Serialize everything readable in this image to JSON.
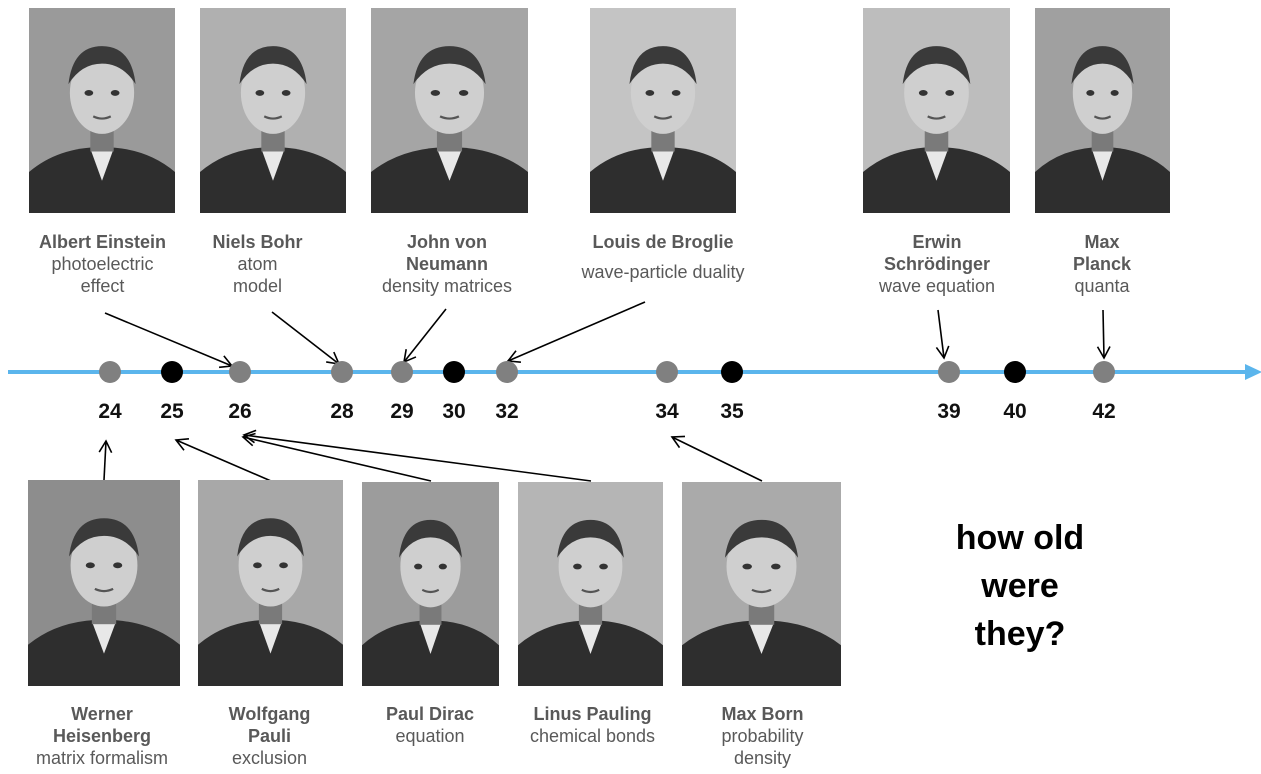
{
  "top_physicists": [
    {
      "name": "Albert Einstein",
      "achievement": "photoelectric\neffect",
      "age": 26
    },
    {
      "name": "Niels Bohr",
      "achievement": "atom\nmodel",
      "age": 28
    },
    {
      "name": "John von\nNeumann",
      "achievement": "density matrices",
      "age": 29
    },
    {
      "name": "Louis de Broglie",
      "achievement": "wave-particle duality",
      "age": 32
    },
    {
      "name": "Erwin\nSchrödinger",
      "achievement": "wave equation",
      "age": 39
    },
    {
      "name": "Max\nPlanck",
      "achievement": "quanta",
      "age": 42
    }
  ],
  "bottom_physicists": [
    {
      "name": "Werner\nHeisenberg",
      "achievement": "matrix formalism",
      "age": 24
    },
    {
      "name": "Wolfgang\nPauli",
      "achievement": "exclusion",
      "age": 25
    },
    {
      "name": "Paul Dirac",
      "achievement": "equation",
      "age": 26
    },
    {
      "name": "Linus Pauling",
      "achievement": "chemical bonds",
      "age": 26
    },
    {
      "name": "Max Born",
      "achievement": "probability\ndensity",
      "age": 34
    }
  ],
  "timeline": {
    "ticks": [
      {
        "label": "24",
        "marker": "grey"
      },
      {
        "label": "25",
        "marker": "black"
      },
      {
        "label": "26",
        "marker": "grey"
      },
      {
        "label": "28",
        "marker": "grey"
      },
      {
        "label": "29",
        "marker": "grey"
      },
      {
        "label": "30",
        "marker": "black"
      },
      {
        "label": "32",
        "marker": "grey"
      },
      {
        "label": "34",
        "marker": "grey"
      },
      {
        "label": "35",
        "marker": "black"
      },
      {
        "label": "39",
        "marker": "grey"
      },
      {
        "label": "40",
        "marker": "black"
      },
      {
        "label": "42",
        "marker": "grey"
      }
    ],
    "colors": {
      "axis": "#5bb5ec",
      "grey_marker": "#808080",
      "black_marker": "#000000"
    }
  },
  "question": "how old\nwere\nthey?"
}
